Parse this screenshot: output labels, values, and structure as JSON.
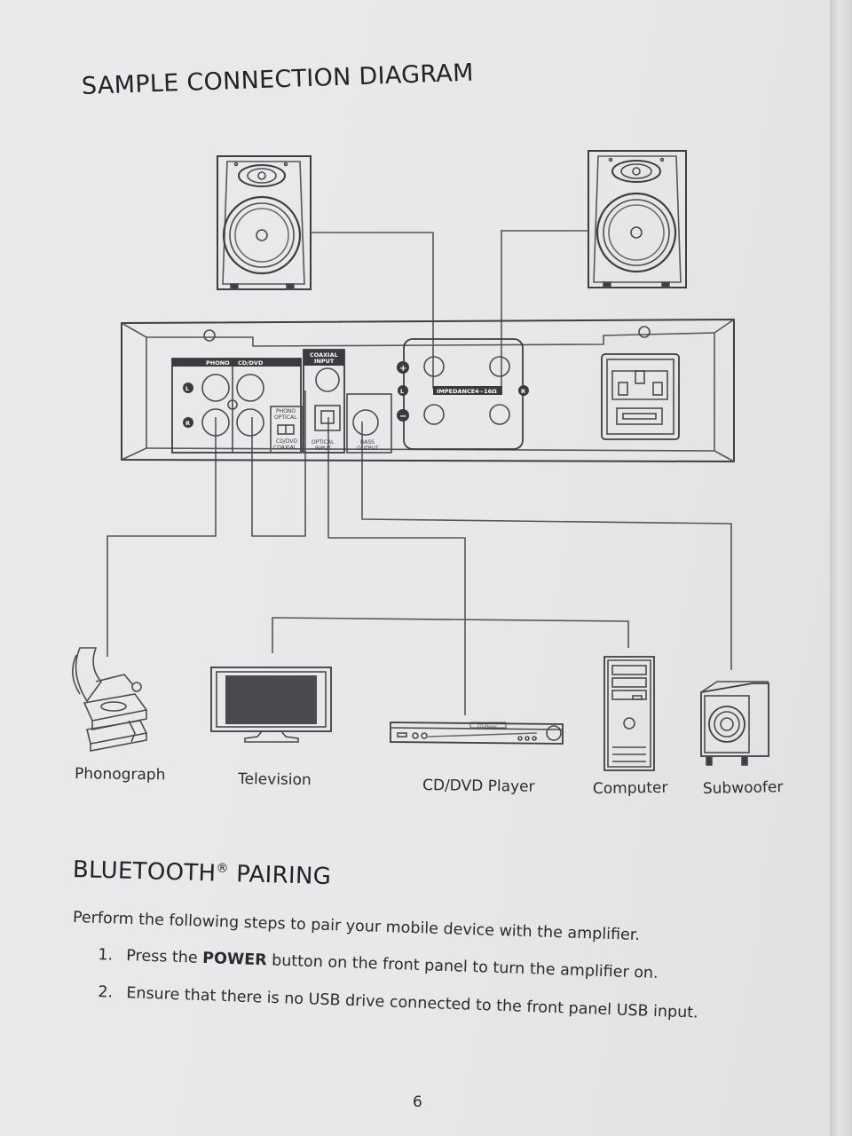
{
  "title": "SAMPLE CONNECTION DIAGRAM",
  "panel": {
    "phono": "PHONO",
    "cddvd": "CD/DVD",
    "coaxial_input_line1": "COAXIAL",
    "coaxial_input_line2": "INPUT",
    "phono_optical_line1": "PHONO",
    "phono_optical_line2": "OPTICAL",
    "cddvd_coaxial_line1": "CD/DVD",
    "cddvd_coaxial_line2": "COAXIAL",
    "optical_input_line1": "OPTICAL",
    "optical_input_line2": "INPUT",
    "bass_output_line1": "BASS",
    "bass_output_line2": "OUTPUT",
    "impedance": "IMPEDANCE4~16Ω",
    "left": "L",
    "right": "R",
    "plus": "+",
    "minus": "−",
    "cd_player_display": "CD Player"
  },
  "devices": {
    "phonograph": "Phonograph",
    "television": "Television",
    "cddvd_player": "CD/DVD Player",
    "computer": "Computer",
    "subwoofer": "Subwoofer"
  },
  "bluetooth": {
    "heading_main": "BLUETOOTH",
    "heading_reg": "®",
    "heading_rest": " PAIRING",
    "intro": "Perform the following steps to pair your mobile device with the amplifier.",
    "steps": [
      {
        "num": "1.",
        "before": "Press the ",
        "bold": "POWER",
        "after": " button on the front panel to turn the amplifier on."
      },
      {
        "num": "2.",
        "text": "Ensure that there is no USB drive connected to the front panel USB input."
      }
    ]
  },
  "page_number": "6"
}
